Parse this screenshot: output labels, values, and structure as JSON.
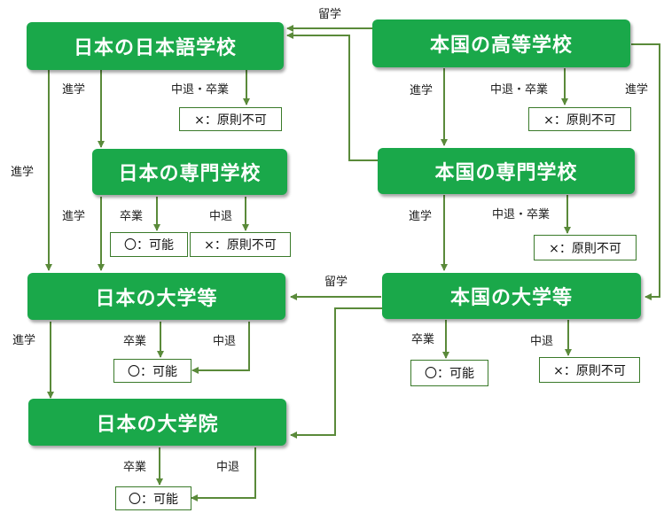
{
  "colors": {
    "box_fill": "#1aa84a",
    "arrow": "#5a8a3a",
    "result_border": "#3a7a2a"
  },
  "boxes": {
    "jp_language_school": "日本の日本語学校",
    "home_high_school": "本国の高等学校",
    "jp_vocational_school": "日本の専門学校",
    "home_vocational_school": "本国の専門学校",
    "jp_university": "日本の大学等",
    "home_university": "本国の大学等",
    "jp_graduate_school": "日本の大学院"
  },
  "results": {
    "not_allowed": "×：原則不可",
    "allowed": "〇：可能"
  },
  "labels": {
    "study_abroad": "留学",
    "advance": "進学",
    "dropout_or_graduate": "中退・卒業",
    "graduate": "卒業",
    "dropout": "中退"
  }
}
